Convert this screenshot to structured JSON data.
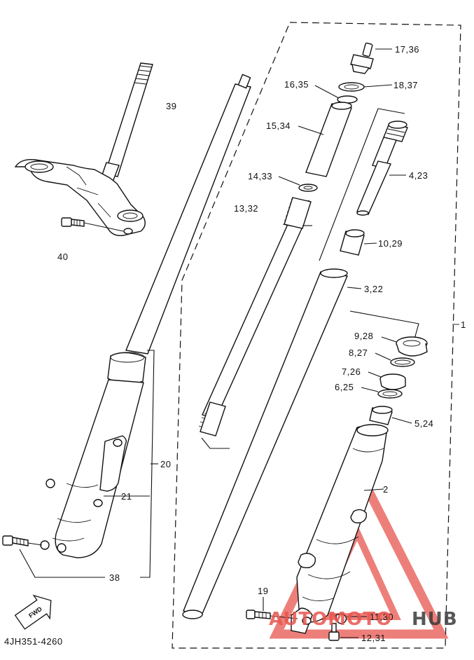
{
  "drawing_code": "4JH351-4260",
  "fwd_label": "FWD",
  "watermark": {
    "left": "AUTOMOTO",
    "right": "HUB",
    "color": "#e8554e",
    "dark": "#3a3a3a"
  },
  "callouts": {
    "c1": "1",
    "c2": "2",
    "c3_22": "3,22",
    "c4_23": "4,23",
    "c5_24": "5,24",
    "c6_25": "6,25",
    "c7_26": "7,26",
    "c8_27": "8,27",
    "c9_28": "9,28",
    "c10_29": "10,29",
    "c11_30": "11,30",
    "c12_31": "12,31",
    "c13_32": "13,32",
    "c14_33": "14,33",
    "c15_34": "15,34",
    "c16_35": "16,35",
    "c17_36": "17,36",
    "c18_37": "18,37",
    "c19": "19",
    "c20": "20",
    "c21": "21",
    "c38": "38",
    "c39": "39",
    "c40": "40"
  }
}
